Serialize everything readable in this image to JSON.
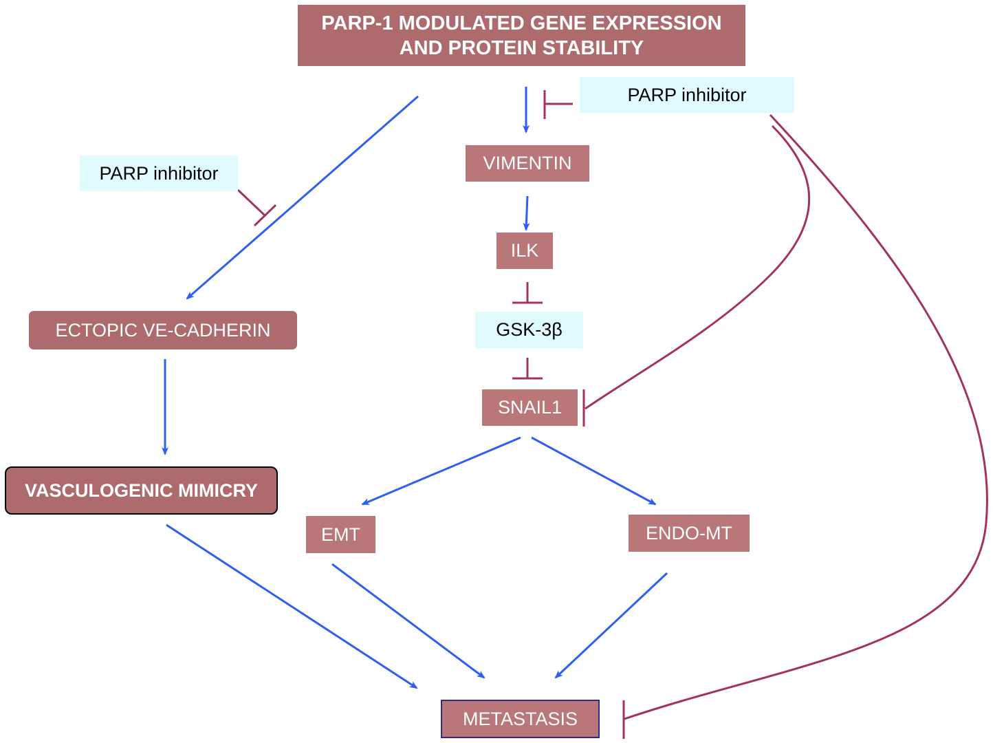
{
  "colors": {
    "activation": "#2f5ff0",
    "inhibition": "#a3335a",
    "node_dark": "#ad6b6e",
    "node_mid": "#b9777a",
    "inhibitor_bg": "#e0fbfd"
  },
  "nodes": {
    "title_line1": "PARP-1 MODULATED GENE EXPRESSION",
    "title_line2": "AND PROTEIN STABILITY",
    "parp_inhibitor_top": "PARP inhibitor",
    "parp_inhibitor_left": "PARP inhibitor",
    "vimentin": "VIMENTIN",
    "ilk": "ILK",
    "gsk3b": "GSK-3β",
    "snail1": "SNAIL1",
    "ectopic_ve_cadherin": "ECTOPIC VE-CADHERIN",
    "vasculogenic_mimicry": "VASCULOGENIC MIMICRY",
    "emt": "EMT",
    "endo_mt": "ENDO-MT",
    "metastasis": "METASTASIS"
  },
  "edges": [
    {
      "from": "PARP-1 MODULATED GENE EXPRESSION AND PROTEIN STABILITY",
      "to": "ECTOPIC VE-CADHERIN",
      "type": "activation"
    },
    {
      "from": "PARP-1 MODULATED GENE EXPRESSION AND PROTEIN STABILITY",
      "to": "VIMENTIN",
      "type": "activation"
    },
    {
      "from": "VIMENTIN",
      "to": "ILK",
      "type": "activation"
    },
    {
      "from": "ILK",
      "to": "GSK-3β",
      "type": "inhibition"
    },
    {
      "from": "GSK-3β",
      "to": "SNAIL1",
      "type": "inhibition"
    },
    {
      "from": "SNAIL1",
      "to": "EMT",
      "type": "activation"
    },
    {
      "from": "SNAIL1",
      "to": "ENDO-MT",
      "type": "activation"
    },
    {
      "from": "ECTOPIC VE-CADHERIN",
      "to": "VASCULOGENIC MIMICRY",
      "type": "activation"
    },
    {
      "from": "VASCULOGENIC MIMICRY",
      "to": "METASTASIS",
      "type": "activation"
    },
    {
      "from": "EMT",
      "to": "METASTASIS",
      "type": "activation"
    },
    {
      "from": "ENDO-MT",
      "to": "METASTASIS",
      "type": "activation"
    },
    {
      "from": "PARP inhibitor",
      "to": "VIMENTIN",
      "type": "inhibition"
    },
    {
      "from": "PARP inhibitor",
      "to": "SNAIL1",
      "type": "inhibition"
    },
    {
      "from": "PARP inhibitor",
      "to": "METASTASIS",
      "type": "inhibition"
    },
    {
      "from": "PARP inhibitor",
      "to": "ECTOPIC VE-CADHERIN",
      "type": "inhibition"
    }
  ]
}
